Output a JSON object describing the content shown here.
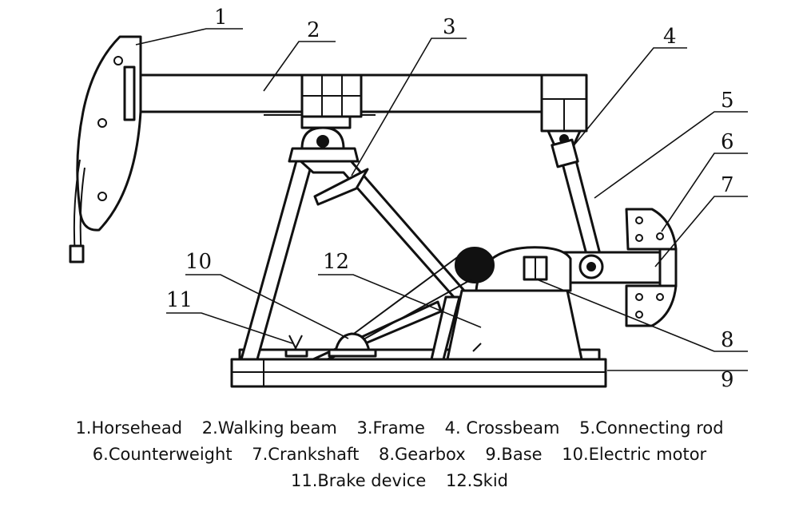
{
  "callouts": [
    "1",
    "2",
    "3",
    "4",
    "5",
    "6",
    "7",
    "8",
    "9",
    "10",
    "11",
    "12"
  ],
  "legend": {
    "rows": [
      [
        "1.Horsehead",
        "2.Walking beam",
        "3.Frame",
        "4. Crossbeam",
        "5.Connecting rod"
      ],
      [
        "6.Counterweight",
        "7.Crankshaft",
        "8.Gearbox",
        "9.Base",
        "10.Electric motor"
      ],
      [
        "11.Brake device",
        "12.Skid"
      ]
    ]
  }
}
